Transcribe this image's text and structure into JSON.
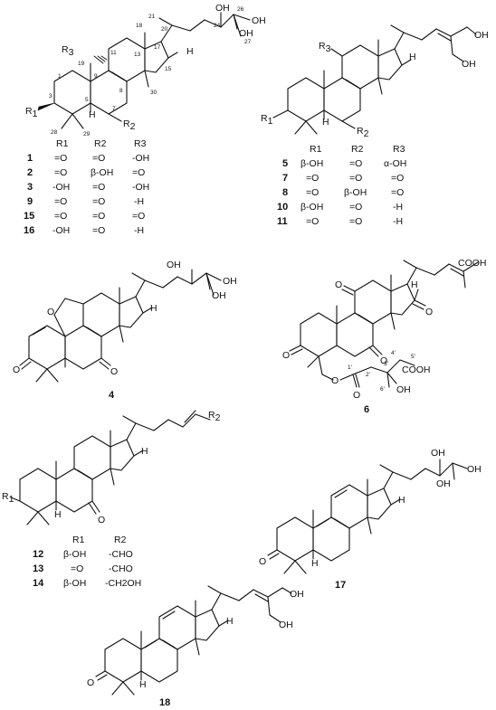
{
  "atom_labels": {
    "OH": "OH",
    "O": "O",
    "H": "H",
    "R1": "R",
    "R2": "R",
    "R3": "R",
    "sub1": "1",
    "sub2": "2",
    "sub3": "3",
    "COOH": "COOH",
    "CH2OH_tail_O": "OH"
  },
  "numbering": {
    "n1": "1",
    "n3": "3",
    "n5": "5",
    "n7": "7",
    "n8": "8",
    "n9": "9",
    "n11": "11",
    "n13": "13",
    "n15": "15",
    "n17": "17",
    "n18": "18",
    "n19": "19",
    "n20": "20",
    "n21": "21",
    "n24": "24",
    "n26": "26",
    "n27": "27",
    "n28": "28",
    "n29": "29",
    "n30": "30",
    "p1": "1'",
    "p2": "2'",
    "p3": "3'",
    "p4": "4'",
    "p5": "5'",
    "p6": "6'"
  },
  "table_top_left": {
    "headers": [
      "R1",
      "R2",
      "R3"
    ],
    "rows": [
      {
        "id": "1",
        "r1": "=O",
        "r2": "=O",
        "r3": "-OH"
      },
      {
        "id": "2",
        "r1": "=O",
        "r2": "β-OH",
        "r3": "=O"
      },
      {
        "id": "3",
        "r1": "-OH",
        "r2": "=O",
        "r3": "-OH"
      },
      {
        "id": "9",
        "r1": "=O",
        "r2": "=O",
        "r3": "-H"
      },
      {
        "id": "15",
        "r1": "=O",
        "r2": "=O",
        "r3": "=O"
      },
      {
        "id": "16",
        "r1": "-OH",
        "r2": "=O",
        "r3": "-H"
      }
    ]
  },
  "table_top_right": {
    "headers": [
      "R1",
      "R2",
      "R3"
    ],
    "rows": [
      {
        "id": "5",
        "r1": "β-OH",
        "r2": "=O",
        "r3": "α-OH"
      },
      {
        "id": "7",
        "r1": "=O",
        "r2": "=O",
        "r3": "=O"
      },
      {
        "id": "8",
        "r1": "=O",
        "r2": "β-OH",
        "r3": "=O"
      },
      {
        "id": "10",
        "r1": "β-OH",
        "r2": "=O",
        "r3": "-H"
      },
      {
        "id": "11",
        "r1": "=O",
        "r2": "=O",
        "r3": "-H"
      }
    ]
  },
  "table_mid_left": {
    "headers": [
      "R1",
      "R2"
    ],
    "rows": [
      {
        "id": "12",
        "r1": "β-OH",
        "r2": "-CHO"
      },
      {
        "id": "13",
        "r1": "=O",
        "r2": "-CHO"
      },
      {
        "id": "14",
        "r1": "β-OH",
        "r2": "-CH2OH"
      }
    ]
  },
  "compound_ids": {
    "c4": "4",
    "c6": "6",
    "c17": "17",
    "c18": "18"
  }
}
